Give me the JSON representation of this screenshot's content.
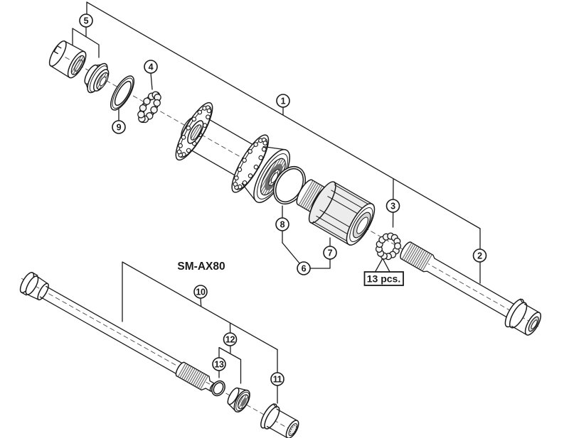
{
  "diagram": {
    "model_label": "SM-AX80",
    "quantity_label": "13 pcs.",
    "callouts": {
      "c1": "1",
      "c2": "2",
      "c3": "3",
      "c4": "4",
      "c5": "5",
      "c6": "6",
      "c7": "7",
      "c8": "8",
      "c9": "9",
      "c10": "10",
      "c11": "11",
      "c12": "12",
      "c13": "13"
    }
  },
  "colors": {
    "line": "#1a1a1a",
    "background": "#ffffff",
    "shade-light": "#ececec",
    "shade-mid": "#d7d7d7",
    "shade-dark": "#6e6e6e"
  }
}
